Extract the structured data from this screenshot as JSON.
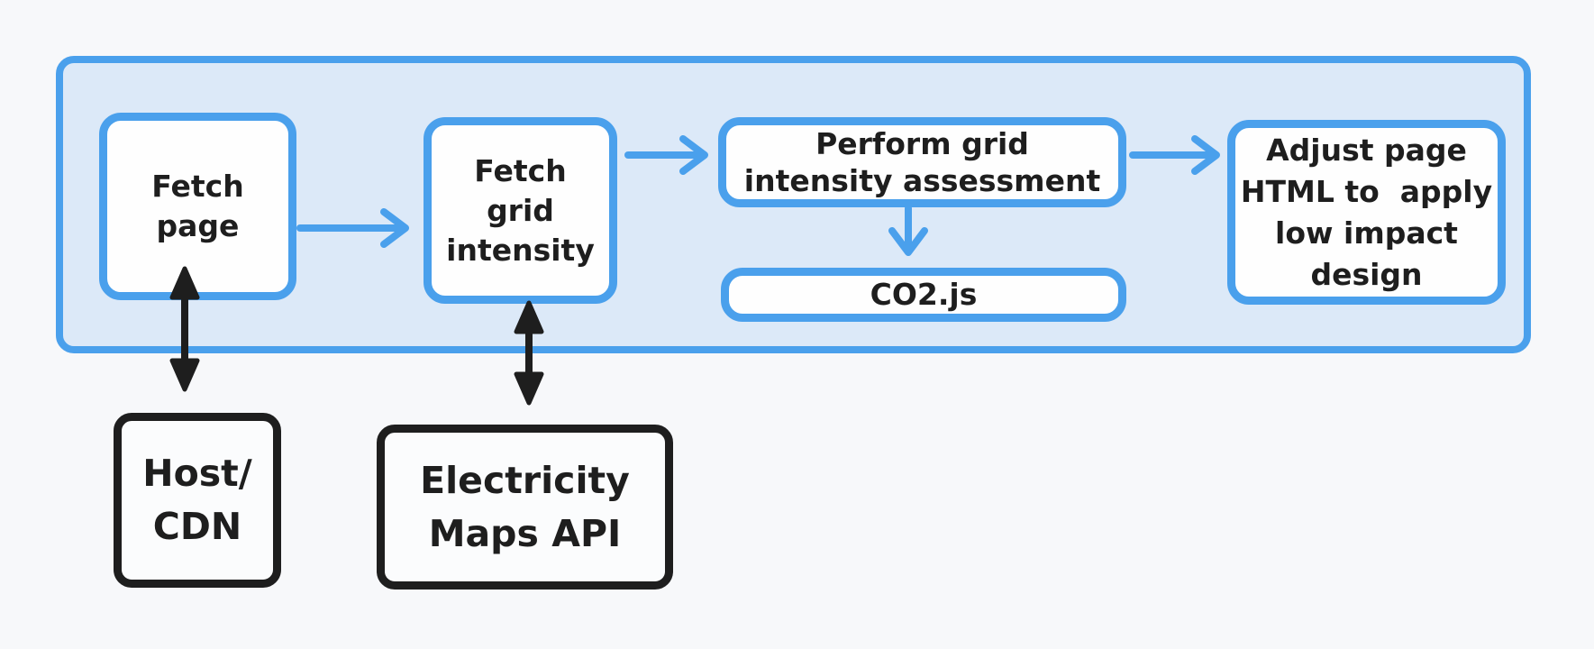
{
  "diagram": {
    "colors": {
      "background": "#f7f8fa",
      "panel_fill": "#dce9f8",
      "accent_blue": "#4aa0ec",
      "node_fill": "#fefefe",
      "ink_black": "#1e1e1e"
    },
    "nodes": {
      "fetch_page": {
        "label": "Fetch\npage"
      },
      "fetch_grid_intensity": {
        "label": "Fetch\ngrid\nintensity"
      },
      "grid_intensity_assessment": {
        "label": "Perform grid\nintensity assessment"
      },
      "co2_js": {
        "label": "CO2.js"
      },
      "adjust_page": {
        "label": "Adjust page\nHTML to  apply\nlow impact\ndesign"
      },
      "host_cdn": {
        "label": "Host/\nCDN"
      },
      "electricity_maps_api": {
        "label": "Electricity\nMaps API"
      }
    },
    "edges": [
      {
        "from": "fetch_page",
        "to": "fetch_grid_intensity",
        "style": "blue-arrow"
      },
      {
        "from": "fetch_grid_intensity",
        "to": "grid_intensity_assessment",
        "style": "blue-arrow"
      },
      {
        "from": "grid_intensity_assessment",
        "to": "co2_js",
        "style": "blue-arrow"
      },
      {
        "from": "grid_intensity_assessment",
        "to": "adjust_page",
        "style": "blue-arrow"
      },
      {
        "from": "fetch_page",
        "to": "host_cdn",
        "style": "black-double-arrow"
      },
      {
        "from": "fetch_grid_intensity",
        "to": "electricity_maps_api",
        "style": "black-double-arrow"
      }
    ]
  }
}
